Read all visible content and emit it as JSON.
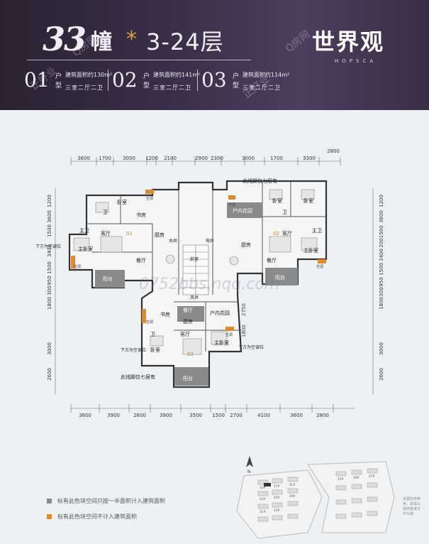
{
  "header": {
    "building_number": "33",
    "building_char": "幢",
    "star": "*",
    "floors": "3-24层",
    "logo": "世界观",
    "logo_sub": "HOPSCA",
    "watermarks": [
      "正好业",
      "Q房网",
      "正好业",
      "Q房网"
    ]
  },
  "units": [
    {
      "num": "01",
      "type": "户型",
      "area": "建筑面积约130m²",
      "rooms": "三室二厅二卫"
    },
    {
      "num": "02",
      "type": "户型",
      "area": "建筑面积约141m²",
      "rooms": "三室二厅二卫"
    },
    {
      "num": "03",
      "type": "户型",
      "area": "建筑面积约114m²",
      "rooms": "三室二厅二卫"
    }
  ],
  "dims": {
    "top": [
      "3600",
      "1700",
      "3000",
      "1200",
      "2100",
      "2900",
      "2300",
      "3000",
      "1700",
      "3300"
    ],
    "top_right": "2800",
    "bottom": [
      "3600",
      "3900",
      "2600",
      "3900",
      "3500",
      "1500",
      "2700",
      "4100",
      "3600",
      "2800"
    ],
    "left": [
      "1200",
      "3600",
      "1500",
      "3400",
      "1500",
      "950",
      "300",
      "1800",
      "3000",
      "2600"
    ],
    "right": [
      "1200",
      "3600",
      "2001500",
      "3400",
      "1500",
      "950",
      "300",
      "1800",
      "3000",
      "2600"
    ],
    "inner": [
      "2750",
      "1800"
    ]
  },
  "rooms": {
    "u1_bedroom": "卧室",
    "u1_study": "书房",
    "u1_living": "客厅",
    "u1_master": "主卧室",
    "u1_main": "主卫",
    "u1_wei": "卫",
    "u1_dining": "餐厅",
    "u1_kitchen": "厨房",
    "u1_balcony": "阳台",
    "u1_ac": "下方为空调位",
    "u1_badge": "01",
    "u2_garden": "户内花园",
    "u2_bedroom1": "卧室",
    "u2_bedroom2": "卧室",
    "u2_living": "客厅",
    "u2_master": "主卧室",
    "u2_main": "主卫",
    "u2_wei": "卫",
    "u2_dining": "餐厅",
    "u2_kitchen": "厨房",
    "u2_balcony": "阳台",
    "u2_badge": "02",
    "u3_study": "书房",
    "u3_dining": "餐厅",
    "u3_garden": "户内花园",
    "u3_kitchen": "厨房",
    "u3_bedroom": "卧室",
    "u3_living": "客厅",
    "u3_master": "主卧室",
    "u3_wei": "卫",
    "u3_balcony": "阳台",
    "u3_ac1": "下方为空调位",
    "u3_ac2": "下方为空调位",
    "u3_badge": "03",
    "core_pipe": "水井",
    "core_elec": "电井",
    "core_hall": "前室",
    "core_stair": "风井",
    "note_top": "此线脚仅七层有",
    "note_bottom": "此线脚仅七层有",
    "ac_tags": [
      "空调",
      "空调",
      "空调",
      "空调",
      "空调",
      "空调"
    ]
  },
  "site_watermark": "0752bbs.nqq.com",
  "legend": [
    {
      "color": "#8a8a8a",
      "text": "标有此色块空间只按一半面积计入建筑面积"
    },
    {
      "color": "#e08a2c",
      "text": "标有此色块空间不计入建筑面积"
    }
  ],
  "site_plan": {
    "north": "N",
    "labels": [
      "13#",
      "17#",
      "21#",
      "23#",
      "25#",
      "29#",
      "31#",
      "33#",
      "15#",
      "19#",
      "27#"
    ],
    "note": "本图仅供参考，具体以政府批准文件为准"
  }
}
